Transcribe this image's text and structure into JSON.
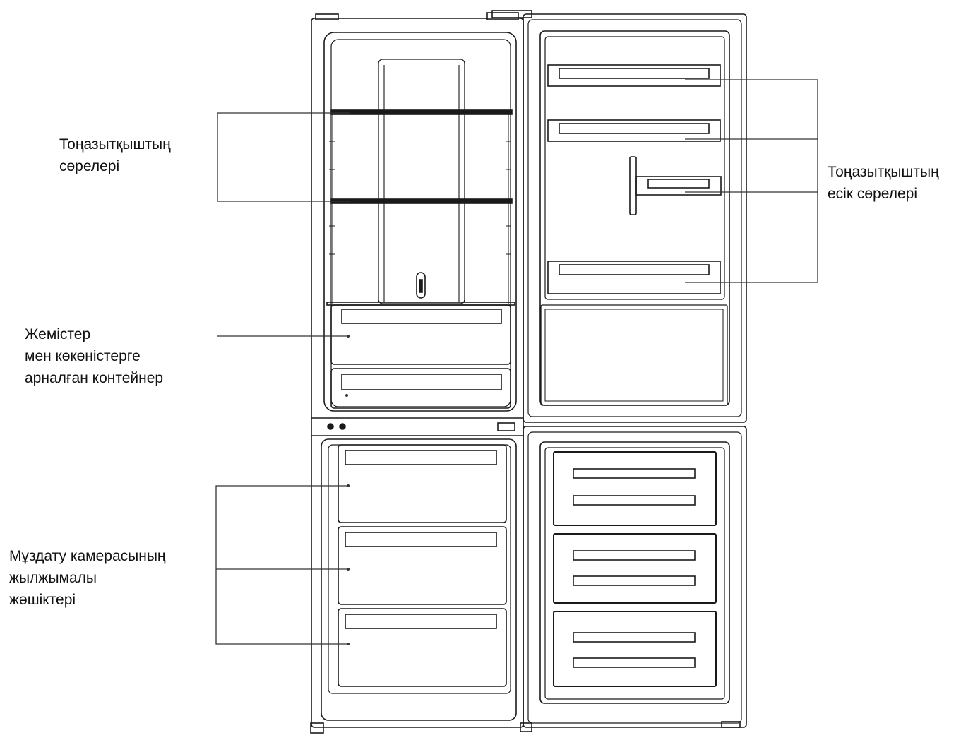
{
  "labels": {
    "fridge_shelves": {
      "line1": "Тоңазытқыштың",
      "line2": "сөрелері"
    },
    "door_shelves": {
      "line1": "Тоңазытқыштың",
      "line2": "есік сөрелері"
    },
    "crisper": {
      "line1": "Жемістер",
      "line2": "мен көкөністерге",
      "line3": "арналған контейнер"
    },
    "freezer_drawers": {
      "line1": "Мұздату камерасының",
      "line2": "жылжымалы",
      "line3": "жәшіктері"
    }
  },
  "colors": {
    "stroke": "#1a1a1a",
    "leader": "#333333",
    "background": "#ffffff"
  }
}
